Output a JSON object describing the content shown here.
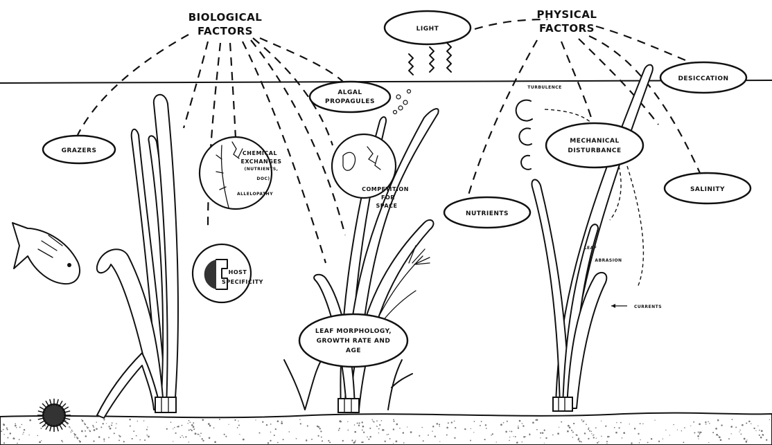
{
  "groups": {
    "biological": {
      "line1": "BIOLOGICAL",
      "line2": "FACTORS"
    },
    "physical": {
      "line1": "PHYSICAL",
      "line2": "FACTORS"
    }
  },
  "ovals": {
    "grazers": "GRAZERS",
    "algal_propagules": [
      "ALGAL",
      "PROPAGULES"
    ],
    "light": "LIGHT",
    "desiccation": "DESICCATION",
    "mechanical_disturbance": [
      "MECHANICAL",
      "DISTURBANCE"
    ],
    "nutrients": "NUTRIENTS",
    "salinity": "SALINITY",
    "leaf_morphology": [
      "LEAF MORPHOLOGY,",
      "GROWTH RATE AND",
      "AGE"
    ]
  },
  "labels": {
    "chemical_exchanges": [
      "CHEMICAL",
      "EXCHANGES",
      "(NUTRIENTS,",
      "DOC)"
    ],
    "allelopathy": "ALLELOPATHY",
    "host_specificity": [
      "HOST",
      "SPECIFICITY"
    ],
    "competition": [
      "COMPETITION",
      "FOR",
      "SPACE"
    ],
    "turbulence": "TURBULENCE",
    "leaf_abrasion": [
      "LEAF",
      "ABRASION"
    ],
    "currents": "CURRENTS"
  },
  "icons": {
    "fish": "fish-icon",
    "urchin": "sea-urchin-icon",
    "light": "light-wave-icon",
    "turbulence": "turbulence-eddy-icon"
  },
  "colors": {
    "ink": "#111111",
    "background": "#ffffff",
    "sediment": "#777777"
  }
}
